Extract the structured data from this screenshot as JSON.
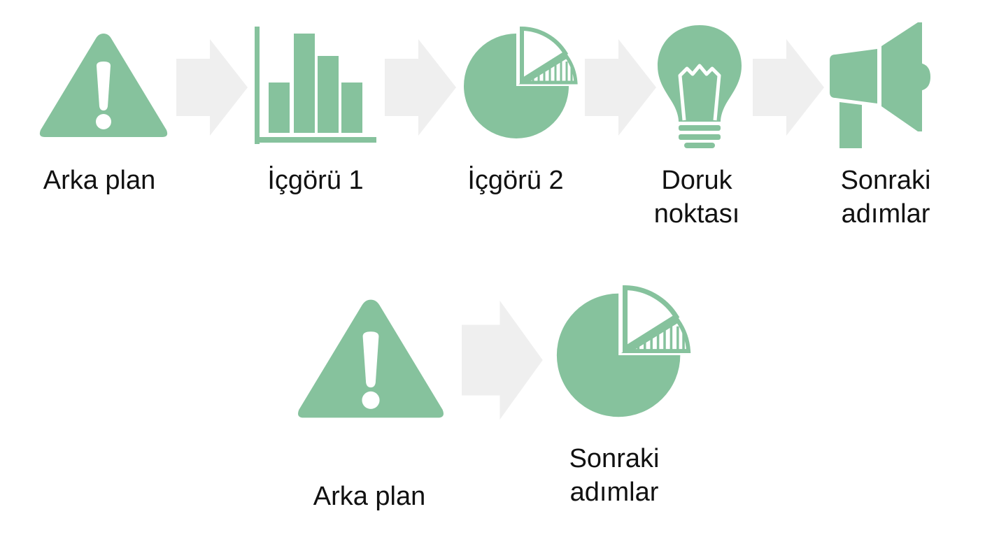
{
  "colors": {
    "icon": "#86c29d",
    "arrow": "#efefef",
    "text": "#111111",
    "background": "#ffffff"
  },
  "top_flow": {
    "steps": [
      {
        "icon": "warning-triangle-icon",
        "label": "Arka plan"
      },
      {
        "icon": "bar-chart-icon",
        "label": "İçgörü 1"
      },
      {
        "icon": "pie-chart-icon",
        "label": "İçgörü 2"
      },
      {
        "icon": "light-bulb-icon",
        "label": "Doruk\nnoktası"
      },
      {
        "icon": "megaphone-icon",
        "label": "Sonraki\nadımlar"
      }
    ]
  },
  "bottom_flow": {
    "steps": [
      {
        "icon": "warning-triangle-icon",
        "label": "Arka plan"
      },
      {
        "icon": "pie-chart-icon",
        "label": "Sonraki\nadımlar"
      }
    ]
  }
}
